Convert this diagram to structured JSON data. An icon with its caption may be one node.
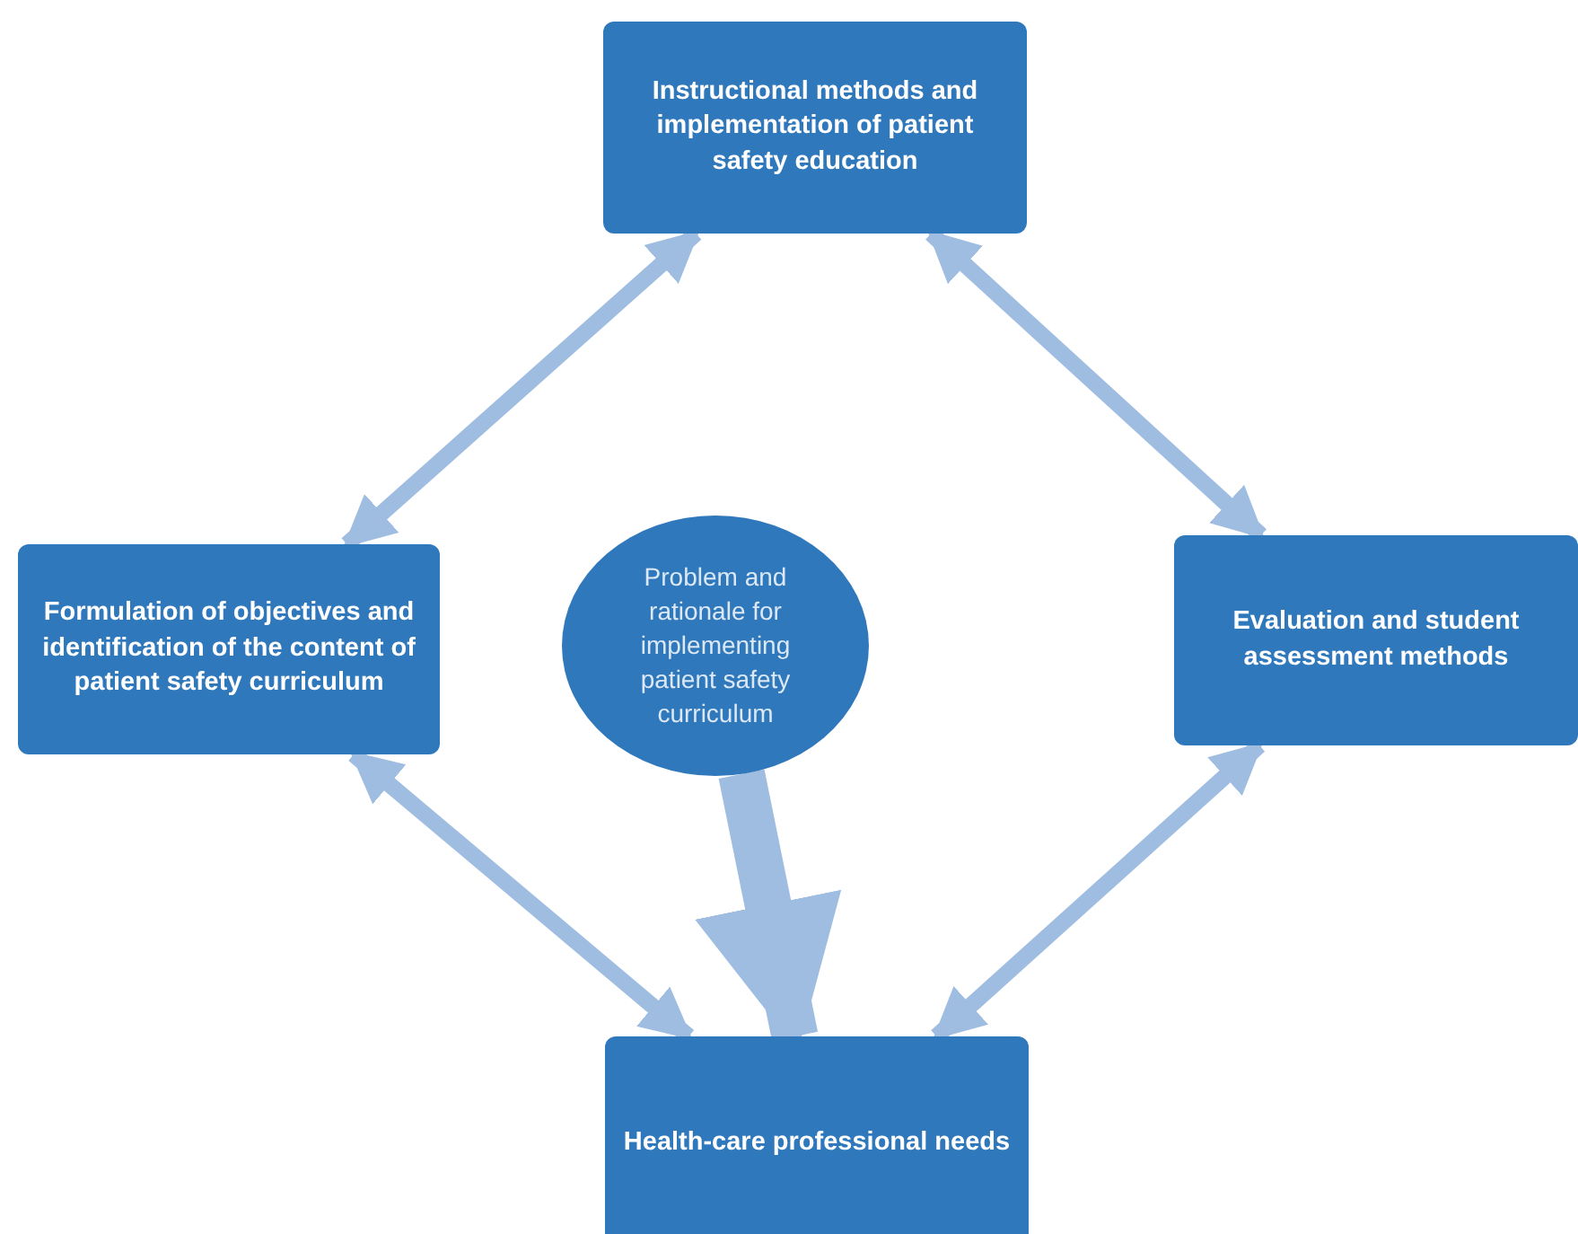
{
  "diagram": {
    "nodes": [
      {
        "text": [
          "Instructional methods and implementation of patient safety education"
        ]
      },
      {
        "text": [
          "Formulation of objectives and identification of the content of patient safety curriculum"
        ]
      },
      {
        "text": [
          "Problem and rationale for implementing patient safety curriculum"
        ]
      },
      {
        "text": [
          "Evaluation and student assessment methods"
        ]
      },
      {
        "text": [
          "Health-care professional needs"
        ]
      }
    ],
    "edges": [
      {
        "from": 1,
        "to": 0,
        "arrow": "both"
      },
      {
        "from": 0,
        "to": 3,
        "arrow": "both"
      },
      {
        "from": 3,
        "to": 4,
        "arrow": "both"
      },
      {
        "from": 4,
        "to": 1,
        "arrow": "both"
      },
      {
        "from": 2,
        "to": 4,
        "arrow": "to",
        "style": "thick"
      }
    ]
  }
}
